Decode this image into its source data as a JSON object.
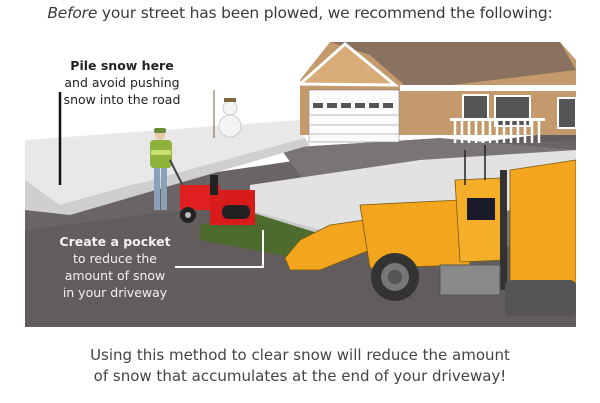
{
  "header": {
    "emphasis": "Before",
    "rest": " your street has been plowed, we recommend the following:"
  },
  "callouts": {
    "pile": {
      "title": "Pile snow here",
      "line1": "and avoid pushing",
      "line2": "snow into the road"
    },
    "pocket": {
      "title": "Create a pocket",
      "line1": "to reduce the",
      "line2": "amount of snow",
      "line3": "in your driveway"
    }
  },
  "illustration": {
    "elements": [
      "house",
      "garage-door",
      "snowman",
      "person-with-snowblower",
      "snow-pile",
      "grass-pocket",
      "snowplow-truck",
      "road"
    ],
    "colors": {
      "road": "#625d5c",
      "snow": "#eeeeee",
      "house_wall": "#c49a6c",
      "roof": "#8a7260",
      "truck": "#f3a51e",
      "snowblower": "#e02020",
      "grass": "#4c6b2c",
      "jacket": "#8fb33a"
    }
  },
  "footer": {
    "line1": "Using this method to clear snow will reduce the amount",
    "line2": "of snow that accumulates at the end of your driveway!"
  }
}
